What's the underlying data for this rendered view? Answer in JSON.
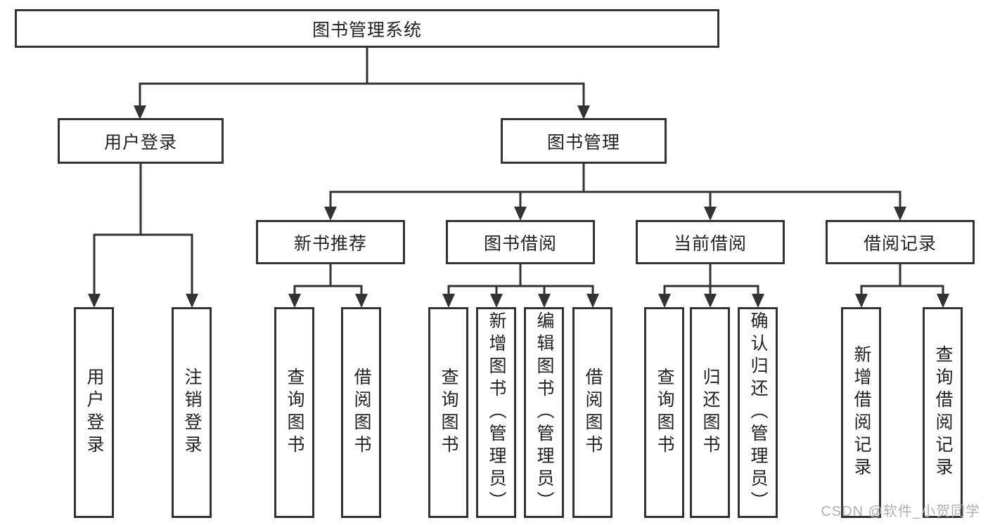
{
  "watermark": {
    "text": "CSDN @软件_小贺同学"
  },
  "colors": {
    "line": "#333333",
    "box_border": "#333333",
    "text": "#222222",
    "watermark": "#b0b0b0",
    "background": "#ffffff"
  },
  "tree": {
    "root": {
      "label": "图书管理系统",
      "children": [
        {
          "label": "用户登录",
          "children": [
            {
              "label": "用户登录"
            },
            {
              "label": "注销登录"
            }
          ]
        },
        {
          "label": "图书管理",
          "children": [
            {
              "label": "新书推荐",
              "children": [
                {
                  "label": "查询图书"
                },
                {
                  "label": "借阅图书"
                }
              ]
            },
            {
              "label": "图书借阅",
              "children": [
                {
                  "label": "查询图书"
                },
                {
                  "label": "新增图书（管理员）"
                },
                {
                  "label": "编辑图书（管理员）"
                },
                {
                  "label": "借阅图书"
                }
              ]
            },
            {
              "label": "当前借阅",
              "children": [
                {
                  "label": "查询图书"
                },
                {
                  "label": "归还图书"
                },
                {
                  "label": "确认归还（管理员）"
                }
              ]
            },
            {
              "label": "借阅记录",
              "children": [
                {
                  "label": "新增借阅记录"
                },
                {
                  "label": "查询借阅记录"
                }
              ]
            }
          ]
        }
      ]
    }
  }
}
